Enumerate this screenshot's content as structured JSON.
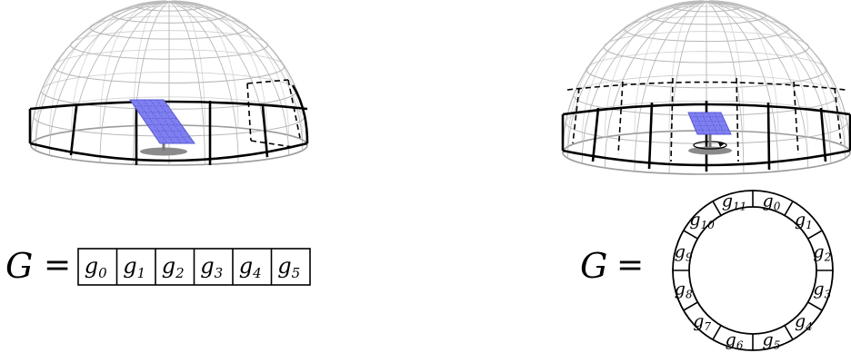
{
  "left_equation": {
    "symbol": "G",
    "operator": "=",
    "cells": [
      "g0",
      "g1",
      "g2",
      "g3",
      "g4",
      "g5"
    ]
  },
  "right_equation": {
    "symbol": "G",
    "operator": "=",
    "cells": [
      "g0",
      "g1",
      "g2",
      "g3",
      "g4",
      "g5",
      "g6",
      "g7",
      "g8",
      "g9",
      "g10",
      "g11"
    ]
  },
  "colors": {
    "grid": "#b8b8b8",
    "panel": "#7f7ff0",
    "panel_grid": "#5a5ad6",
    "mount": "#888888",
    "stroke": "#000000"
  }
}
